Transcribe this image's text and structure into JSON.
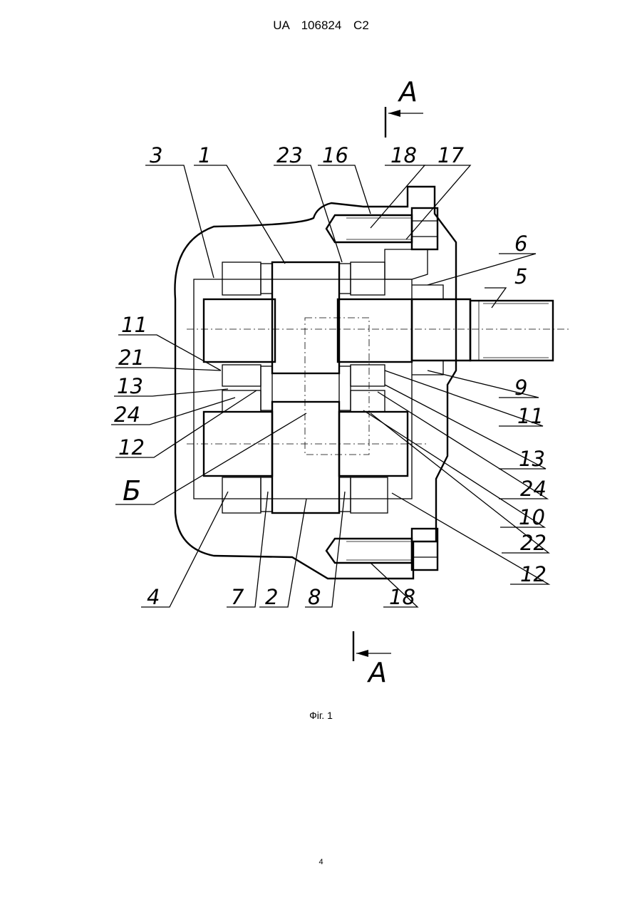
{
  "header": {
    "doc": "UA   106824   C2"
  },
  "figure": {
    "caption": "Фіг. 1",
    "section_top": "А",
    "section_bottom": "А",
    "labels": {
      "l3": "3",
      "l1": "1",
      "l23": "23",
      "l16": "16",
      "l18a": "18",
      "l17": "17",
      "l6": "6",
      "l5": "5",
      "l11a": "11",
      "l21": "21",
      "l13a": "13",
      "l24a": "24",
      "l12a": "12",
      "lB": "Б",
      "l9": "9",
      "l11b": "11",
      "l13b": "13",
      "l24b": "24",
      "l10": "10",
      "l22": "22",
      "l12b": "12",
      "l4": "4",
      "l7": "7",
      "l2": "2",
      "l8": "8",
      "l18b": "18"
    }
  },
  "page_number": "4"
}
